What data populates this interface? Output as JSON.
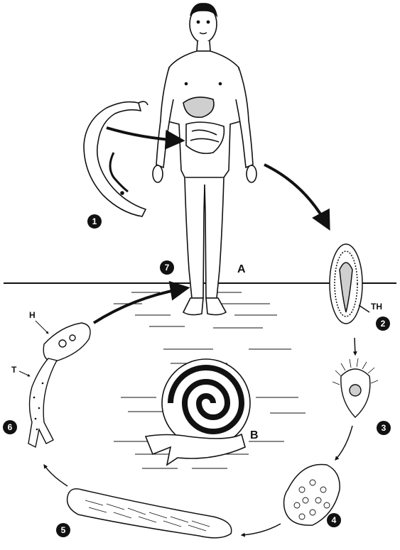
{
  "stage_labels": [
    {
      "id": "1",
      "text": "1"
    },
    {
      "id": "2",
      "text": "2"
    },
    {
      "id": "3",
      "text": "3"
    },
    {
      "id": "4",
      "text": "4"
    },
    {
      "id": "5",
      "text": "5"
    },
    {
      "id": "6",
      "text": "6"
    },
    {
      "id": "7",
      "text": "7"
    }
  ],
  "letters": {
    "A": "A",
    "B": "B",
    "TH": "TH",
    "H": "H",
    "T": "T"
  },
  "colors": {
    "ink": "#111111",
    "paper": "#ffffff",
    "shade": "#cfcfcf"
  }
}
